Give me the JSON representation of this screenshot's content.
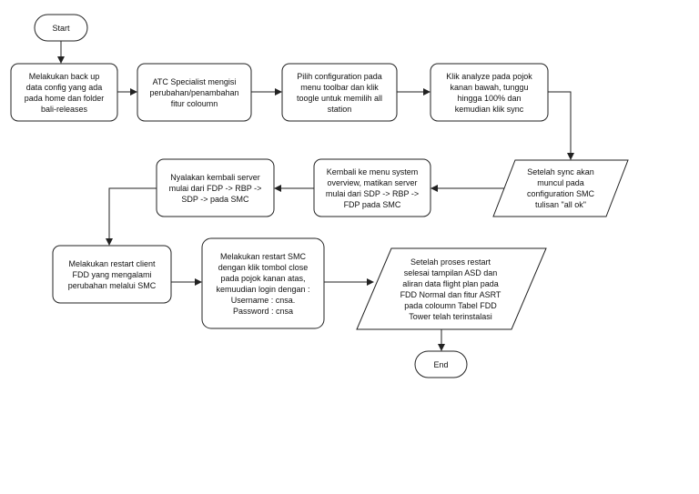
{
  "nodes": {
    "start": "Start",
    "backup": "Melakukan back up\ndata config yang ada\npada home dan folder\nbali-releases",
    "atc": "ATC Specialist mengisi\nperubahan/penambahan\nfitur coloumn",
    "config": "Pilih configuration pada\nmenu toolbar dan klik\ntoogle untuk memilih all\nstation",
    "analyze": "Klik analyze  pada pojok\nkanan bawah, tunggu\nhingga 100% dan\nkemudian klik sync",
    "sync_ok": "Setelah sync  akan\nmuncul pada\nconfiguration SMC\ntulisan \"all ok\"",
    "system_overview": "Kembali ke menu system\noverview, matikan server\nmulai dari SDP -> RBP ->\nFDP pada SMC",
    "restart_servers": "Nyalakan kembali server\nmulai dari FDP -> RBP ->\nSDP -> pada SMC",
    "restart_client": "Melakukan restart client\nFDD yang mengalami\nperubahan melalui SMC",
    "restart_smc": "Melakukan restart SMC\ndengan klik tombol close\npada pojok kanan atas,\nkemuudian login dengan :\nUsername : cnsa.\nPassword : cnsa",
    "result": "Setelah proses restart\nselesai tampilan ASD dan\naliran data flight plan pada\nFDD Normal dan fitur ASRT\npada coloumn Tabel FDD\nTower telah terinstalasi",
    "end": "End"
  }
}
